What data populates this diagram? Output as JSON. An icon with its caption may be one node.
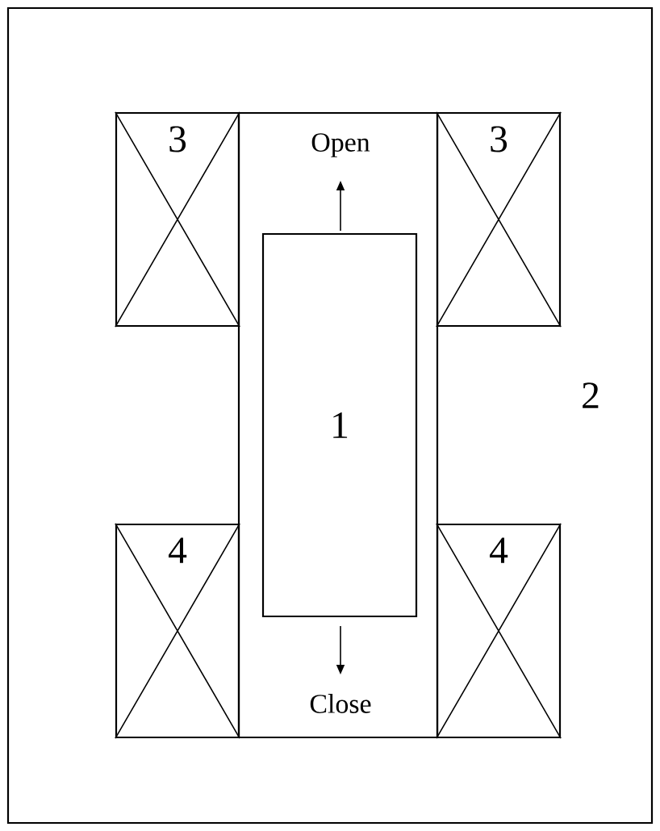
{
  "diagram": {
    "nodes": [
      {
        "text": [
          "2"
        ]
      },
      {
        "text": [],
        "shape": "box",
        "in": 0
      },
      {
        "text": [
          "1"
        ],
        "in": 1
      },
      {
        "text": [
          "3"
        ],
        "in": 0
      },
      {
        "text": [
          "3"
        ],
        "in": 0
      },
      {
        "text": [
          "4"
        ],
        "in": 0
      },
      {
        "text": [
          "4"
        ],
        "in": 0
      }
    ],
    "labels": [
      "Open",
      "Close"
    ]
  }
}
